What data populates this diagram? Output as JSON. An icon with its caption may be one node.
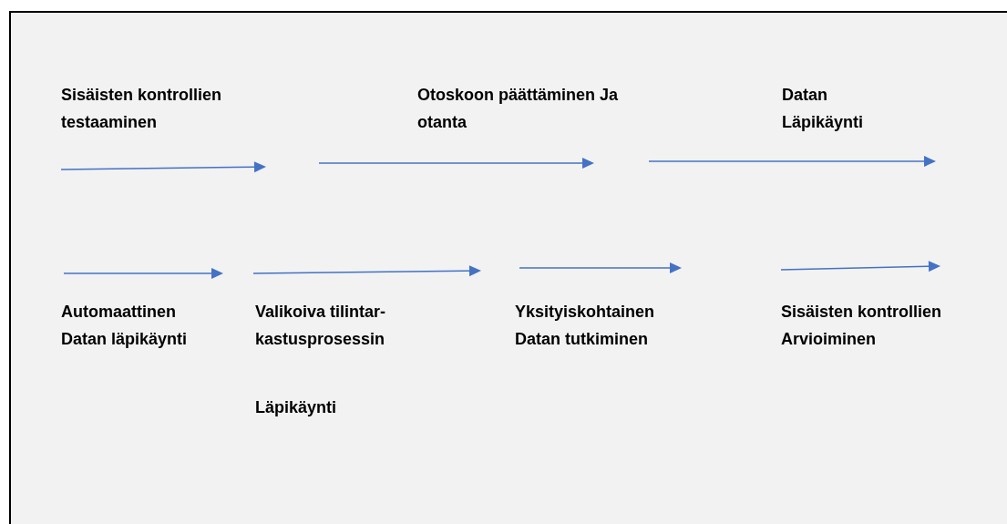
{
  "diagram": {
    "nodes": [
      {
        "text": [
          "Sisäisten kontrollien testaaminen"
        ]
      },
      {
        "text": [
          "Otoskoon päättäminen Ja otanta"
        ]
      },
      {
        "text": [
          "Datan Läpikäynti"
        ]
      },
      {
        "text": [
          "Automaattinen Datan läpikäynti"
        ]
      },
      {
        "text": [
          "Valikoiva tilintar- kastusprosessin",
          "Läpikäynti"
        ]
      },
      {
        "text": [
          "Yksityiskohtainen Datan tutkiminen"
        ]
      },
      {
        "text": [
          "Sisäisten kontrollien Arvioiminen"
        ]
      }
    ]
  }
}
